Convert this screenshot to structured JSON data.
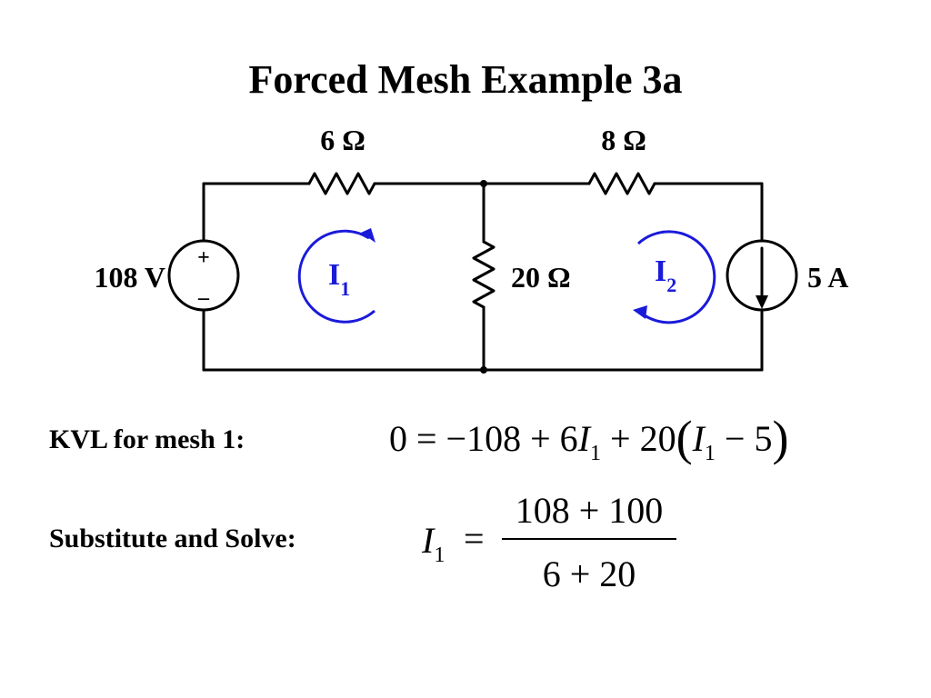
{
  "title": "Forced Mesh Example 3a",
  "circuit": {
    "r1_label": "6 Ω",
    "r2_label": "8 Ω",
    "r3_label": "20 Ω",
    "voltage_source_label": "108 V",
    "current_source_label": "5 A",
    "plus_sign": "+",
    "minus_sign": "–",
    "mesh1": {
      "letter": "I",
      "sub": "1"
    },
    "mesh2": {
      "letter": "I",
      "sub": "2"
    },
    "wire_color": "#000000",
    "mesh_color": "#1a1adb"
  },
  "steps": {
    "kvl_label": "KVL for mesh 1:",
    "kvl_eq": {
      "part1": "0 = −108 + 6",
      "var1": "I",
      "sub1": "1",
      "part2": " + 20",
      "paren_open": "(",
      "var2": "I",
      "sub2": "1",
      "part3": " − 5",
      "paren_close": ")"
    },
    "solve_label": "Substitute and Solve:",
    "solve_eq": {
      "var": "I",
      "sub": "1",
      "equals": "=",
      "numerator": "108 + 100",
      "denominator": "6 + 20"
    }
  }
}
